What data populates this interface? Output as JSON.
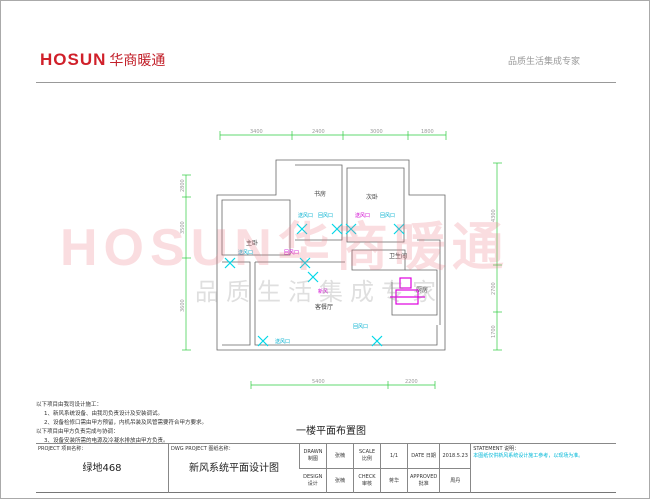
{
  "header": {
    "logo_text": "HOSUN",
    "logo_cn": "华商暖通",
    "slogan": "品质生活集成专家"
  },
  "watermark": {
    "brand": "HOSUN华商暖通",
    "slogan": "品质生活集成专家"
  },
  "plan": {
    "dims_top": [
      "3400",
      "2400",
      "3000",
      "1800"
    ],
    "dims_bottom": [
      "5400",
      "2200"
    ],
    "dims_left": [
      "2800",
      "3500",
      "3600"
    ],
    "dims_right": [
      "4300",
      "2700",
      "1700"
    ],
    "rooms": {
      "study": "书房",
      "second_bedroom": "次卧",
      "master_bedroom": "主卧",
      "bathroom": "卫生间",
      "living_dining": "客餐厅",
      "kitchen": "厨房"
    },
    "vent_labels": [
      "送风口",
      "回风口",
      "送风口",
      "回风口",
      "送风口",
      "回风口",
      "送风口",
      "回风口"
    ],
    "fresh_air_label": "新风"
  },
  "title": "一楼平面布置图",
  "notes": [
    "以下项目由我司设计施工：",
    "1、新风系统设备、由我司负责设计及安装调试。",
    "2、设备检修口需由甲方预留，内机吊装及风管需要符合甲方要求。",
    "以下项目由甲方负责完成与协调：",
    "3、设备安装所需的电源及冷凝水排放由甲方负责。"
  ],
  "table": {
    "project_label": "PROJECT 项目名称：",
    "project": "绿地468",
    "dwg_label": "DWG PROJECT 图纸名称：",
    "dwg": "新风系统平面设计图",
    "drawn_label": "DRAWN 制图",
    "drawn": "张楠",
    "design_label": "DESIGN 设计",
    "design": "张楠",
    "scale_label": "SCALE 比例",
    "scale": "1/1",
    "check_label": "CHECK 审核",
    "check": "蒋华",
    "date_label": "DATE 日期",
    "date": "2018.5.23",
    "approved_label": "APPROVED 批准",
    "approved": "周丹",
    "remark_label": "STATEMENT 说明：",
    "remark": "本图纸仅供新风系统设计施工参考，以现场为准。"
  }
}
